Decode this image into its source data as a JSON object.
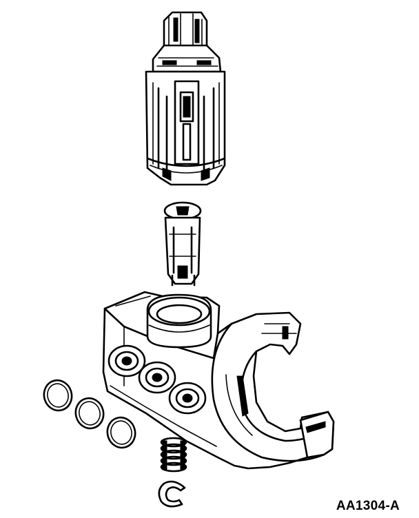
{
  "figure": {
    "id_label": "AA1304-A"
  },
  "parts": [
    {
      "name": "actuator-housing"
    },
    {
      "name": "retainer-sleeve"
    },
    {
      "name": "lock-cylinder-bracket"
    },
    {
      "name": "o-rings"
    },
    {
      "name": "spring"
    },
    {
      "name": "retaining-clip"
    }
  ],
  "colors": {
    "ink": "#000000",
    "paper": "#ffffff"
  }
}
